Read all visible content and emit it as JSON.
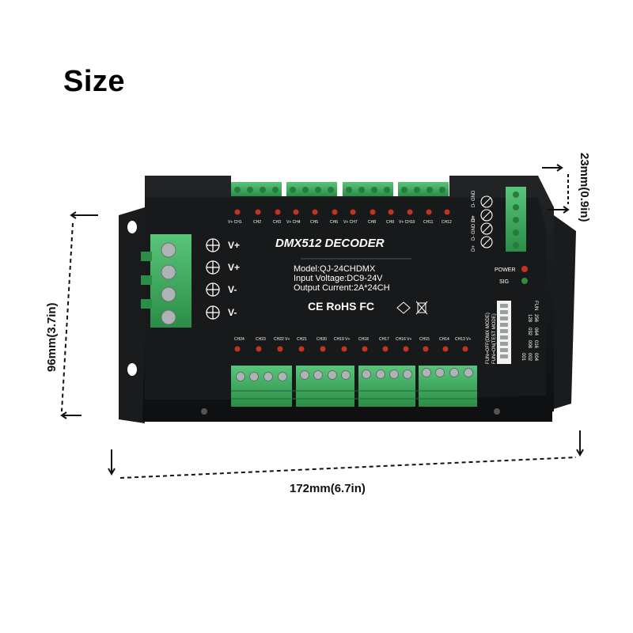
{
  "title": "Size",
  "dimensions": {
    "width_label": "172mm(6.7in)",
    "height_label": "96mm(3.7in)",
    "depth_label": "23mm(0.9in)"
  },
  "device": {
    "name": "DMX512 DECODER",
    "model": "Model:QJ-24CHDMX",
    "voltage": "Input Voltage:DC9-24V",
    "current": "Output Current:2A*24CH",
    "certifications": "CE RoHS FC",
    "power_inputs": [
      "V+",
      "V+",
      "V-",
      "V-"
    ],
    "indicators": [
      "POWER",
      "SIG"
    ],
    "dmx_terminals": [
      "D- GND",
      "D+",
      "D- GND D+",
      "D+"
    ],
    "top_channels": [
      "V+ CH1",
      "CH2",
      "CH3",
      "V+ CH4",
      "CH5",
      "CH6",
      "V+ CH7",
      "CH8",
      "CH9",
      "V+ CH10",
      "CH11",
      "CH12"
    ],
    "bottom_channels": [
      "CH24",
      "CH23",
      "CH22 V+",
      "CH21",
      "CH20",
      "CH19 V+",
      "CH18",
      "CH17",
      "CH16 V+",
      "CH15",
      "CH14",
      "CH13 V+"
    ],
    "dip_switch": {
      "label": "FUN",
      "values": [
        "001",
        "002",
        "004",
        "008",
        "016",
        "032",
        "064",
        "128",
        "256"
      ],
      "mode_dmx": "FUN=OFF(DMX MODE)",
      "mode_test": "FUN=ON(TEST MODE)"
    }
  },
  "colors": {
    "body": "#151617",
    "terminal_green": "#3aa55a",
    "led_red": "#c4331f",
    "led_green": "#2f8a3a"
  }
}
